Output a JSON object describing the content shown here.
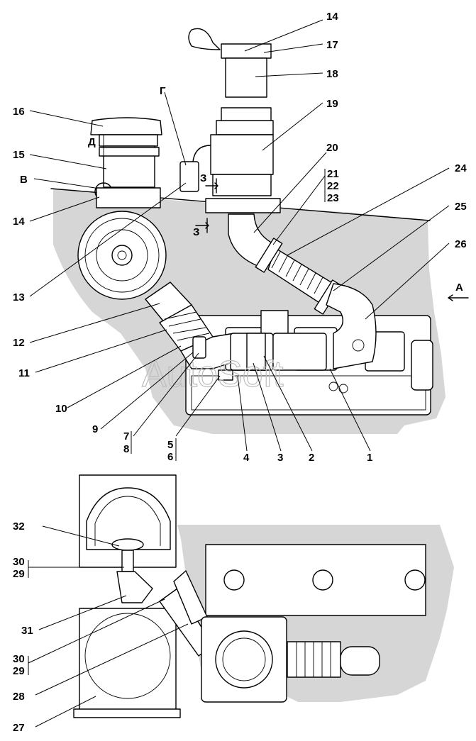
{
  "watermark": "AutoSoft",
  "view_marker": "A",
  "section_marks": [
    "Г",
    "Д",
    "В",
    "З",
    "З"
  ],
  "callouts": {
    "n14a": "14",
    "n17": "17",
    "n18": "18",
    "n19": "19",
    "n16": "16",
    "n15": "15",
    "nV": "В",
    "nD": "Д",
    "nG": "Г",
    "nZ1": "З",
    "nZ2": "З",
    "n20": "20",
    "n21": "21",
    "n22": "22",
    "n23": "23",
    "n24": "24",
    "n25": "25",
    "n26": "26",
    "nA": "A",
    "n14b": "14",
    "n13": "13",
    "n12": "12",
    "n11": "11",
    "n10": "10",
    "n9": "9",
    "n7": "7",
    "n8": "8",
    "n5": "5",
    "n6": "6",
    "n4": "4",
    "n3": "3",
    "n2": "2",
    "n1": "1",
    "n32": "32",
    "n30a": "30",
    "n29a": "29",
    "n31": "31",
    "n30b": "30",
    "n29b": "29",
    "n28": "28",
    "n27": "27"
  }
}
